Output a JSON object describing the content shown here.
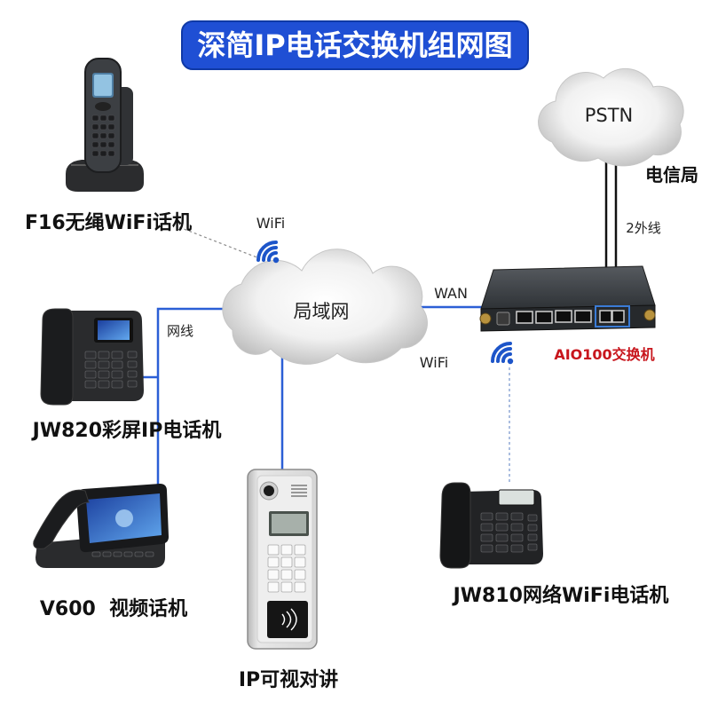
{
  "title": "深简IP电话交换机组网图",
  "colors": {
    "banner": "#1f4fd4",
    "link": "#2b5fd6",
    "switch-label": "#c8161d",
    "wifi": "#1d55c9",
    "pstn-line": "#111111"
  },
  "pstn": {
    "label": "PSTN",
    "provider_label": "电信局",
    "trunk_label": "2外线"
  },
  "lan": {
    "label": "局域网",
    "wan_label": "WAN",
    "cable_label": "网线"
  },
  "wifi": {
    "left_label": "WiFi",
    "right_label": "WiFi",
    "icon": "wifi-icon"
  },
  "switch": {
    "label": "AIO100交换机",
    "icon": "pbx-switch-icon"
  },
  "devices": [
    {
      "label": "F16无绳WiFi话机",
      "icon": "cordless-phone-icon"
    },
    {
      "label": "JW820彩屏IP电话机",
      "icon": "desk-phone-icon"
    },
    {
      "label": "V600  视频话机",
      "icon": "video-phone-icon"
    },
    {
      "label": "IP可视对讲",
      "icon": "door-intercom-icon"
    },
    {
      "label": "JW810网络WiFi电话机",
      "icon": "desk-phone-icon"
    }
  ]
}
